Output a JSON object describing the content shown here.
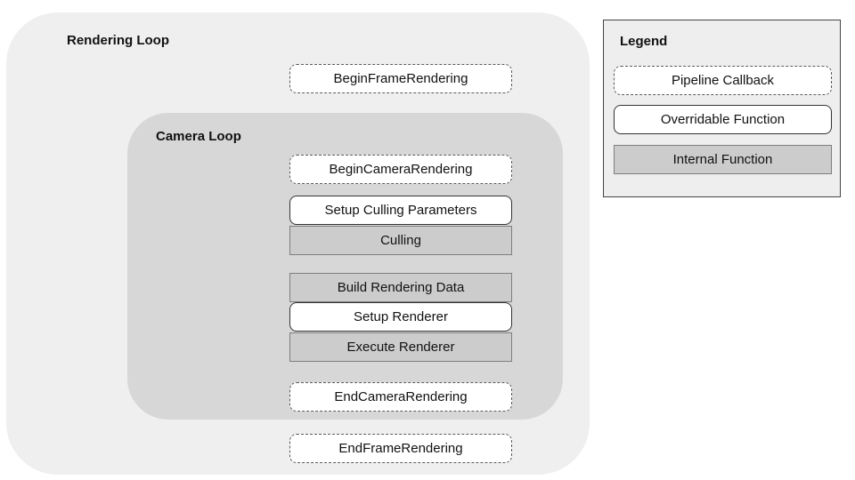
{
  "diagram": {
    "rendering_loop_label": "Rendering Loop",
    "camera_loop_label": "Camera Loop",
    "nodes": [
      {
        "label": "BeginFrameRendering",
        "type": "pipeline-callback"
      },
      {
        "label": "BeginCameraRendering",
        "type": "pipeline-callback"
      },
      {
        "label": "Setup Culling Parameters",
        "type": "overridable-function"
      },
      {
        "label": "Culling",
        "type": "internal-function"
      },
      {
        "label": "Build Rendering Data",
        "type": "internal-function"
      },
      {
        "label": "Setup Renderer",
        "type": "overridable-function"
      },
      {
        "label": "Execute Renderer",
        "type": "internal-function"
      },
      {
        "label": "EndCameraRendering",
        "type": "pipeline-callback"
      },
      {
        "label": "EndFrameRendering",
        "type": "pipeline-callback"
      }
    ]
  },
  "legend": {
    "title": "Legend",
    "items": [
      {
        "label": "Pipeline Callback",
        "type": "pipeline-callback"
      },
      {
        "label": "Overridable Function",
        "type": "overridable-function"
      },
      {
        "label": "Internal Function",
        "type": "internal-function"
      }
    ]
  },
  "colors": {
    "rendering_loop_bg": "#efefef",
    "camera_loop_bg": "#d7d7d7",
    "internal_box_bg": "#cccccc",
    "internal_box_border": "#7f7f7f",
    "callback_border": "#5a5a5a",
    "overridable_border": "#333333",
    "legend_bg": "#eeeeee",
    "legend_border": "#444444",
    "text": "#111111"
  }
}
